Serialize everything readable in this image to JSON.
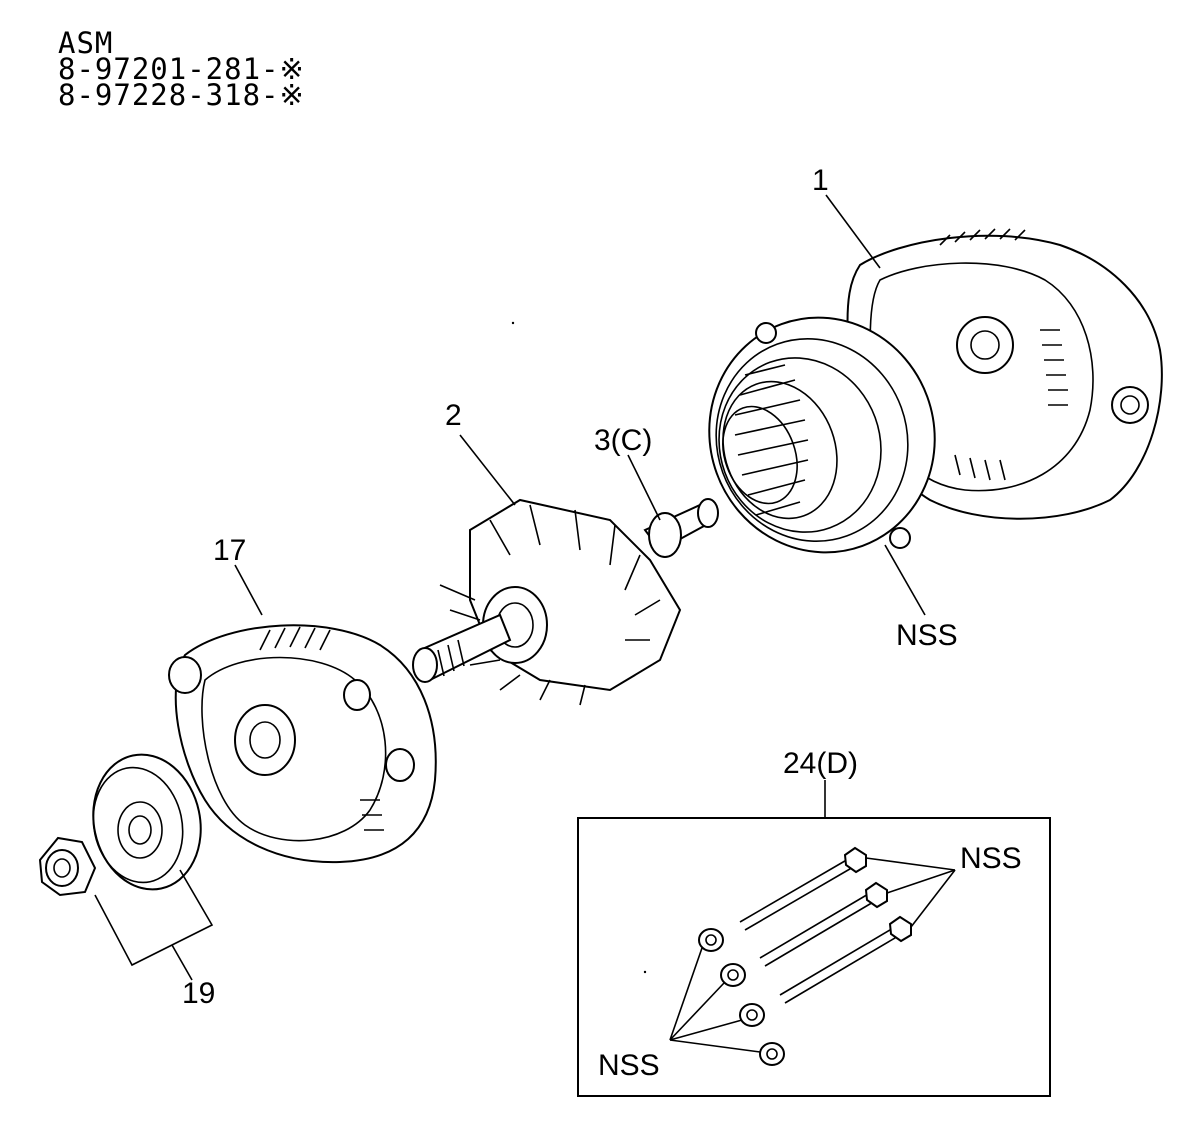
{
  "header": {
    "line1": "ASM",
    "line2": "8-97201-281-※",
    "line3": "8-97228-318-※"
  },
  "callouts": {
    "part_1": "1",
    "part_2": "2",
    "part_3": "3(C)",
    "part_17": "17",
    "part_19": "19",
    "part_24": "24(D)",
    "nss_stator": "NSS",
    "nss_bolts": "NSS",
    "nss_nuts": "NSS"
  }
}
